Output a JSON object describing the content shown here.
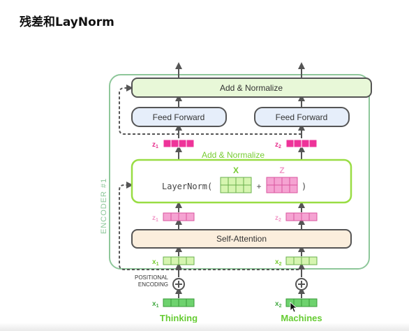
{
  "title": "残差和LayNorm",
  "encoder_label": "ENCODER #1",
  "add_normalize_top": "Add & Normalize",
  "add_normalize_mid": "Add & Normalize",
  "feed_forward_left": "Feed Forward",
  "feed_forward_right": "Feed Forward",
  "self_attention": "Self-Attention",
  "layernorm": {
    "prefix": "LayerNorm(",
    "plus": "+",
    "suffix": ")",
    "x_label": "X",
    "z_label": "Z"
  },
  "positional_encoding": {
    "line1": "POSITIONAL",
    "line2": "ENCODING",
    "symbol": "⊕"
  },
  "vectors": {
    "z_top_left": {
      "base": "z",
      "sub": "1"
    },
    "z_top_right": {
      "base": "z",
      "sub": "2"
    },
    "z_mid_left": {
      "base": "z",
      "sub": "1"
    },
    "z_mid_right": {
      "base": "z",
      "sub": "2"
    },
    "x_mid_left": {
      "base": "x",
      "sub": "1"
    },
    "x_mid_right": {
      "base": "x",
      "sub": "2"
    },
    "x_bottom_left": {
      "base": "x",
      "sub": "1"
    },
    "x_bottom_right": {
      "base": "x",
      "sub": "2"
    }
  },
  "words": {
    "left": "Thinking",
    "right": "Machines"
  },
  "colors": {
    "encoder_border": "#8ec79a",
    "encoder_label": "#8ec79a",
    "addnorm_fill": "#e8f8d8",
    "box_stroke": "#555555",
    "feedforward_fill": "#e6eefa",
    "selfattn_fill": "#fbeedd",
    "layernorm_border": "#99dd44",
    "green_text": "#77cc33",
    "green_vec_light": "#d6f5b0",
    "green_vec_dark": "#6ed26e",
    "pink_vec_light": "#f5a3d2",
    "pink_vec_dark": "#ee3399",
    "pink_label_light": "#f29ac8",
    "pink_label_dark": "#e62e8c",
    "arrow": "#555555"
  }
}
